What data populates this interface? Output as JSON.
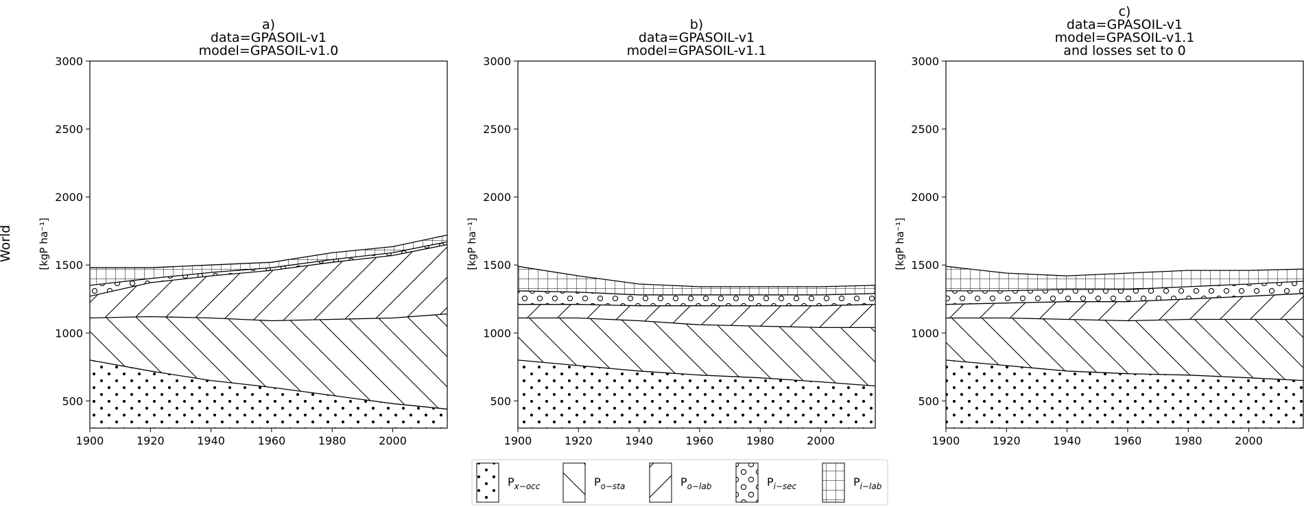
{
  "row_label": "World",
  "legend": [
    {
      "base": "P",
      "sub": "x−occ",
      "pattern": "dots"
    },
    {
      "base": "P",
      "sub": "o−sta",
      "pattern": "back"
    },
    {
      "base": "P",
      "sub": "o−lab",
      "pattern": "fwd"
    },
    {
      "base": "P",
      "sub": "i−sec",
      "pattern": "circles"
    },
    {
      "base": "P",
      "sub": "i−lab",
      "pattern": "grid"
    }
  ],
  "chart_data": [
    {
      "type": "area",
      "stacked": true,
      "title": [
        "a)",
        "data=GPASOIL-v1",
        "model=GPASOIL-v1.0"
      ],
      "ylabel": "[kgP ha⁻¹]",
      "xlim": [
        1900,
        2018
      ],
      "ylim": [
        300,
        3000
      ],
      "xticks": [
        1900,
        1920,
        1940,
        1960,
        1980,
        2000
      ],
      "yticks": [
        500,
        1000,
        1500,
        2000,
        2500,
        3000
      ],
      "x": [
        1900,
        1920,
        1940,
        1960,
        1980,
        2000,
        2018
      ],
      "series": [
        {
          "pattern": "dots",
          "values": [
            800,
            720,
            650,
            600,
            540,
            480,
            440
          ]
        },
        {
          "pattern": "back",
          "values": [
            310,
            400,
            460,
            490,
            560,
            630,
            700
          ]
        },
        {
          "pattern": "fwd",
          "values": [
            160,
            250,
            310,
            370,
            420,
            460,
            510
          ]
        },
        {
          "pattern": "circles",
          "values": [
            80,
            30,
            25,
            20,
            20,
            20,
            20
          ]
        },
        {
          "pattern": "grid",
          "values": [
            130,
            80,
            55,
            40,
            50,
            45,
            50
          ]
        }
      ]
    },
    {
      "type": "area",
      "stacked": true,
      "title": [
        "b)",
        "data=GPASOIL-v1",
        "model=GPASOIL-v1.1"
      ],
      "ylabel": "[kgP ha⁻¹]",
      "xlim": [
        1900,
        2018
      ],
      "ylim": [
        300,
        3000
      ],
      "xticks": [
        1900,
        1920,
        1940,
        1960,
        1980,
        2000
      ],
      "yticks": [
        500,
        1000,
        1500,
        2000,
        2500,
        3000
      ],
      "x": [
        1900,
        1920,
        1940,
        1960,
        1980,
        2000,
        2018
      ],
      "series": [
        {
          "pattern": "dots",
          "values": [
            800,
            760,
            720,
            690,
            670,
            640,
            610
          ]
        },
        {
          "pattern": "back",
          "values": [
            310,
            350,
            370,
            370,
            380,
            400,
            430
          ]
        },
        {
          "pattern": "fwd",
          "values": [
            100,
            100,
            110,
            140,
            150,
            160,
            170
          ]
        },
        {
          "pattern": "circles",
          "values": [
            100,
            90,
            80,
            80,
            80,
            80,
            80
          ]
        },
        {
          "pattern": "grid",
          "values": [
            180,
            120,
            80,
            60,
            60,
            60,
            60
          ]
        }
      ]
    },
    {
      "type": "area",
      "stacked": true,
      "title": [
        "c)",
        "data=GPASOIL-v1",
        "model=GPASOIL-v1.1",
        "and losses set to 0"
      ],
      "ylabel": "[kgP ha⁻¹]",
      "xlim": [
        1900,
        2018
      ],
      "ylim": [
        300,
        3000
      ],
      "xticks": [
        1900,
        1920,
        1940,
        1960,
        1980,
        2000
      ],
      "yticks": [
        500,
        1000,
        1500,
        2000,
        2500,
        3000
      ],
      "x": [
        1900,
        1920,
        1940,
        1960,
        1980,
        2000,
        2018
      ],
      "series": [
        {
          "pattern": "dots",
          "values": [
            800,
            760,
            720,
            700,
            690,
            670,
            650
          ]
        },
        {
          "pattern": "back",
          "values": [
            310,
            350,
            380,
            390,
            410,
            430,
            450
          ]
        },
        {
          "pattern": "fwd",
          "values": [
            100,
            110,
            130,
            140,
            150,
            170,
            190
          ]
        },
        {
          "pattern": "circles",
          "values": [
            100,
            90,
            90,
            90,
            90,
            90,
            90
          ]
        },
        {
          "pattern": "grid",
          "values": [
            180,
            130,
            100,
            120,
            120,
            100,
            90
          ]
        }
      ]
    }
  ]
}
